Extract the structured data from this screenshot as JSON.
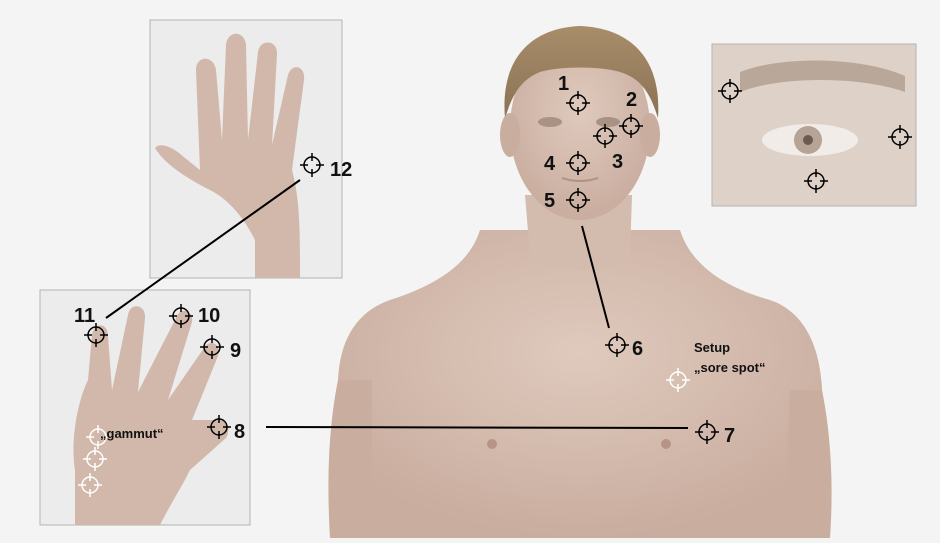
{
  "colors": {
    "background": "#f4f4f4",
    "skin": "#d9c2b6",
    "skin_shade": "#c6aa9c",
    "hair": "#9c8262",
    "marker_dark": "#000000",
    "marker_light": "#ffffff",
    "connector": "#000000"
  },
  "icons": {
    "target": "crosshair-target-icon",
    "target_light": "crosshair-target-light-icon"
  },
  "points": [
    {
      "label": "1"
    },
    {
      "label": "2"
    },
    {
      "label": "3"
    },
    {
      "label": "4"
    },
    {
      "label": "5"
    },
    {
      "label": "6"
    },
    {
      "label": "7"
    },
    {
      "label": "8"
    },
    {
      "label": "9"
    },
    {
      "label": "10"
    },
    {
      "label": "11"
    },
    {
      "label": "12"
    }
  ],
  "annotations": {
    "setup_line1": "Setup",
    "setup_line2": "„sore spot“",
    "gammut": "„gammut“"
  },
  "eye_inset": {
    "targets": 3
  },
  "connectors": [
    {
      "from": "11",
      "to": "12"
    },
    {
      "from": "5",
      "to": "6"
    },
    {
      "from": "8",
      "to": "7"
    }
  ]
}
